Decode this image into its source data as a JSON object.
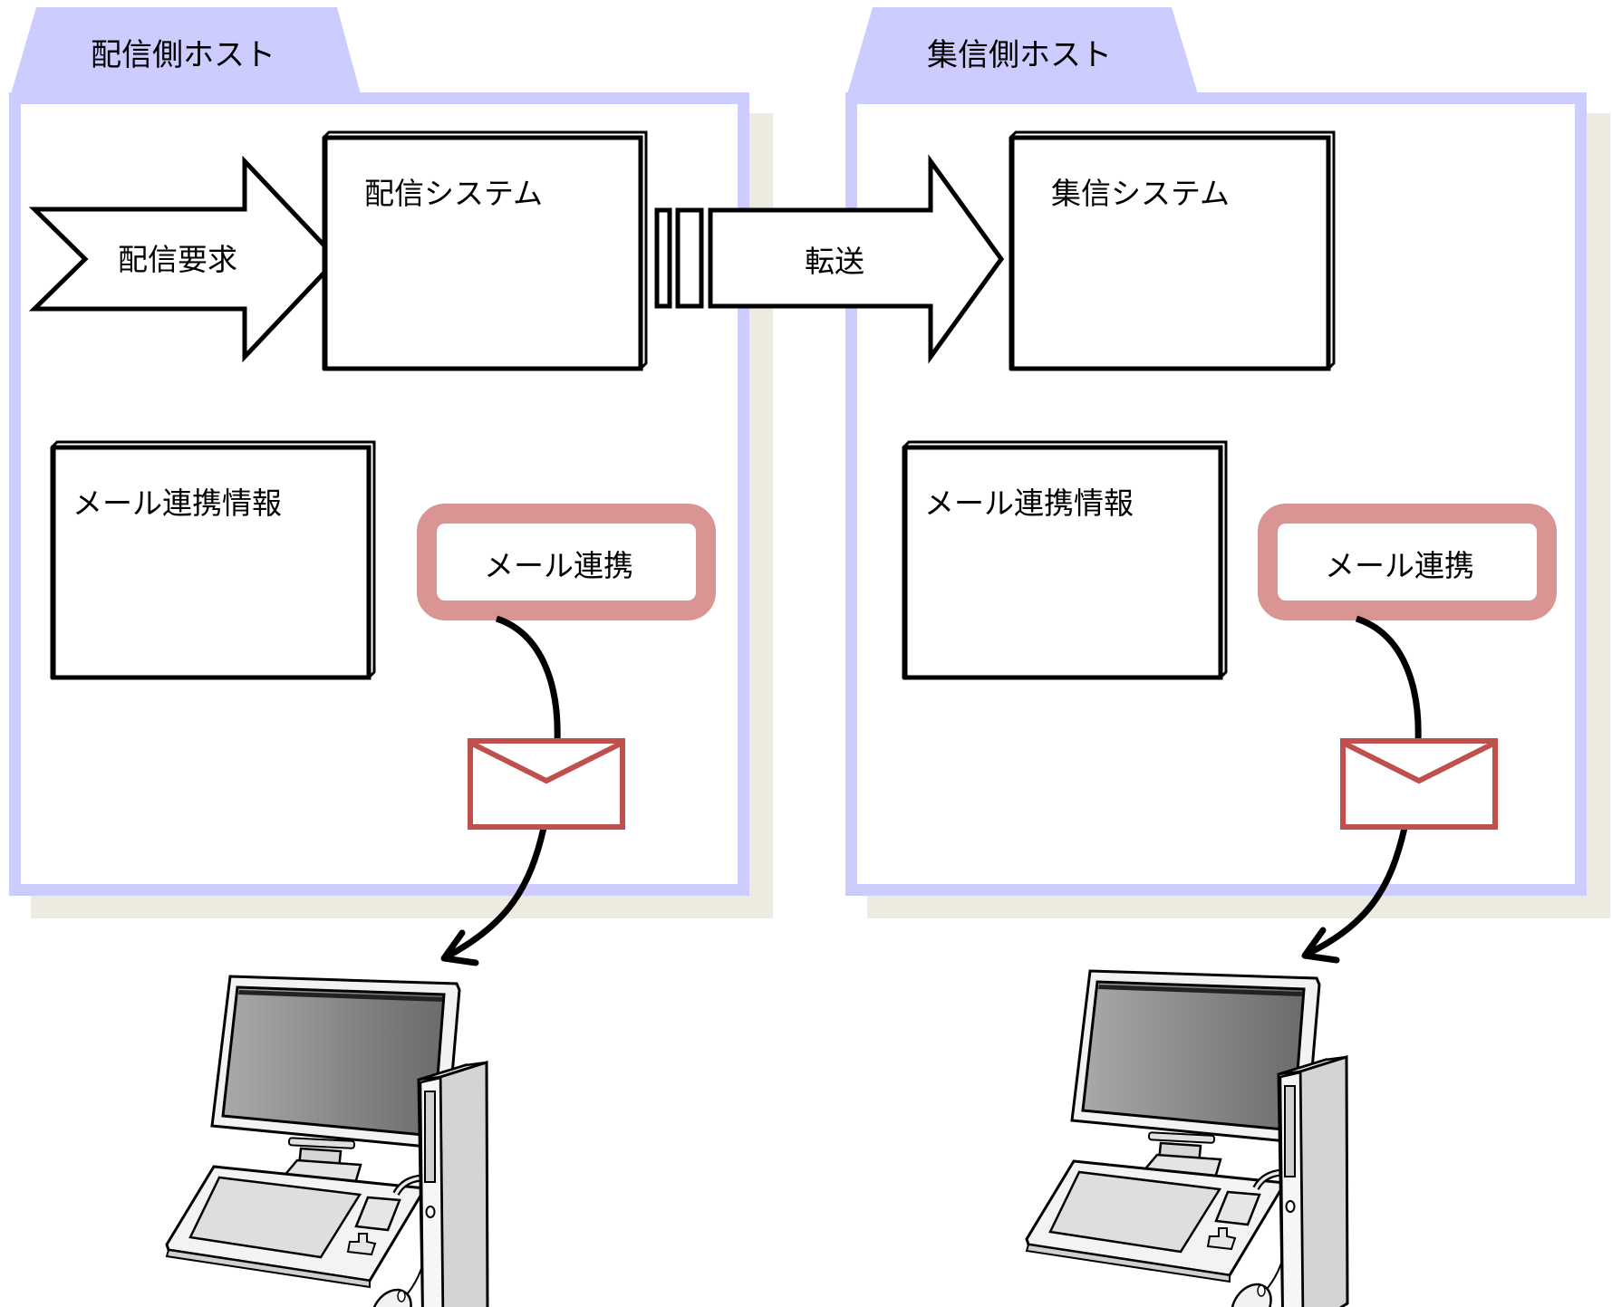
{
  "colors": {
    "host_panel_border": "#ccccff",
    "host_tab_fill": "#ccccff",
    "panel_shadow": "#edebe0",
    "mail_box_border": "#d99594",
    "envelope_stroke": "#c0504d",
    "line": "#000000"
  },
  "sender_host": {
    "title": "配信側ホスト",
    "system_label": "配信システム",
    "request_arrow_label": "配信要求",
    "info_box_label": "メール連携情報",
    "mail_box_label": "メール連携",
    "envelope_icon": "mail-envelope-icon",
    "computer_icon": "desktop-computer-icon"
  },
  "transfer_arrow_label": "転送",
  "receiver_host": {
    "title": "集信側ホスト",
    "system_label": "集信システム",
    "info_box_label": "メール連携情報",
    "mail_box_label": "メール連携",
    "envelope_icon": "mail-envelope-icon",
    "computer_icon": "desktop-computer-icon"
  }
}
